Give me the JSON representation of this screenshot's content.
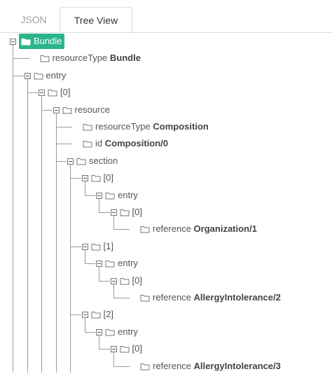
{
  "tabs": [
    {
      "label": "JSON"
    },
    {
      "label": "Tree View"
    }
  ],
  "tree": [
    {
      "depth": 0,
      "key": "Bundle",
      "value": "",
      "expanded": true,
      "selected": true
    },
    {
      "depth": 1,
      "key": "resourceType",
      "value": "Bundle",
      "expanded": false,
      "leaf": true
    },
    {
      "depth": 1,
      "key": "entry",
      "value": "",
      "expanded": true
    },
    {
      "depth": 2,
      "key": "[0]",
      "value": "",
      "expanded": true
    },
    {
      "depth": 3,
      "key": "resource",
      "value": "",
      "expanded": true
    },
    {
      "depth": 4,
      "key": "resourceType",
      "value": "Composition",
      "leaf": true
    },
    {
      "depth": 4,
      "key": "id",
      "value": "Composition/0",
      "leaf": true
    },
    {
      "depth": 4,
      "key": "section",
      "value": "",
      "expanded": true
    },
    {
      "depth": 5,
      "key": "[0]",
      "value": "",
      "expanded": true
    },
    {
      "depth": 6,
      "key": "entry",
      "value": "",
      "expanded": true
    },
    {
      "depth": 7,
      "key": "[0]",
      "value": "",
      "expanded": true
    },
    {
      "depth": 8,
      "key": "reference",
      "value": "Organization/1",
      "leaf": true
    },
    {
      "depth": 5,
      "key": "[1]",
      "value": "",
      "expanded": true
    },
    {
      "depth": 6,
      "key": "entry",
      "value": "",
      "expanded": true
    },
    {
      "depth": 7,
      "key": "[0]",
      "value": "",
      "expanded": true
    },
    {
      "depth": 8,
      "key": "reference",
      "value": "AllergyIntolerance/2",
      "leaf": true
    },
    {
      "depth": 5,
      "key": "[2]",
      "value": "",
      "expanded": true
    },
    {
      "depth": 6,
      "key": "entry",
      "value": "",
      "expanded": true
    },
    {
      "depth": 7,
      "key": "[0]",
      "value": "",
      "expanded": true
    },
    {
      "depth": 8,
      "key": "reference",
      "value": "AllergyIntolerance/3",
      "leaf": true
    }
  ],
  "colors": {
    "selected_bg": "#2bb58a",
    "connector": "#9a9a9a"
  },
  "icons": {
    "expanded": "collapse-minus-icon",
    "node": "folder-icon"
  }
}
